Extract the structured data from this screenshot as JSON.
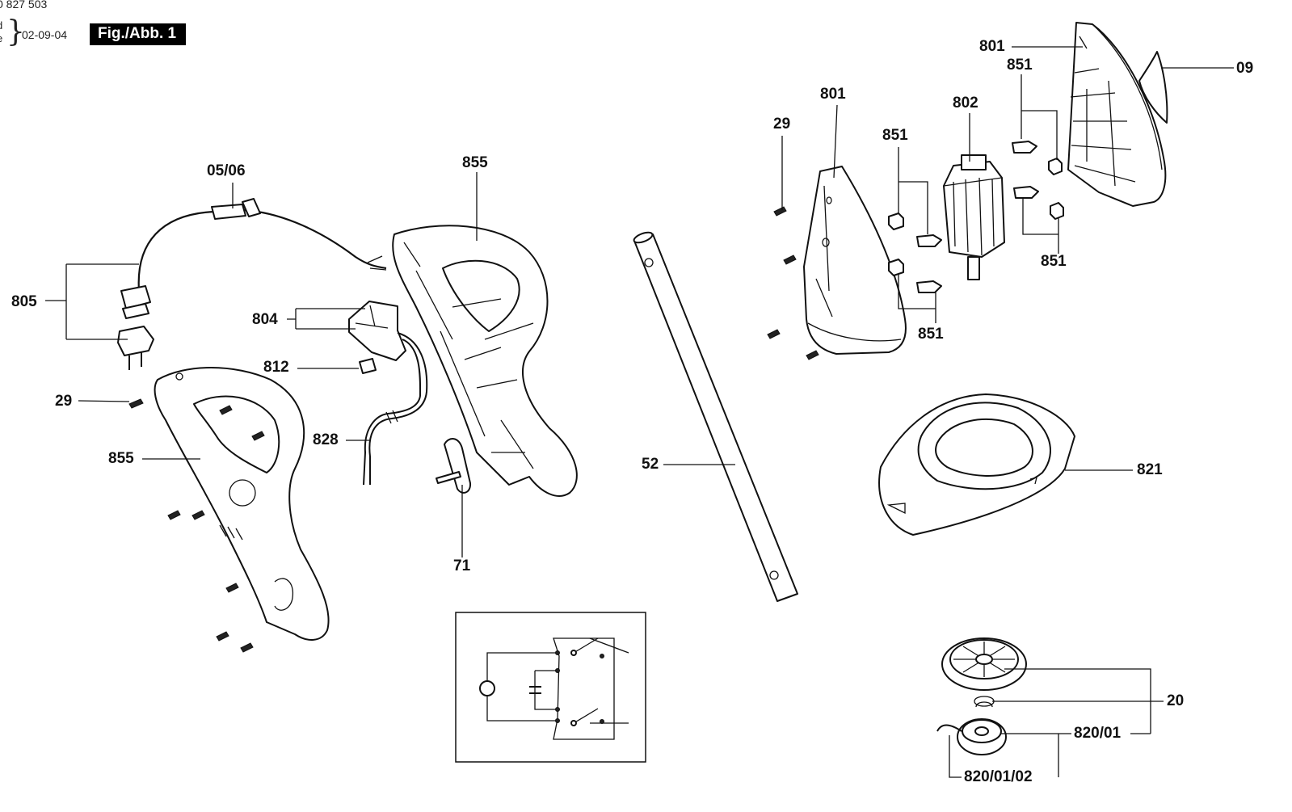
{
  "header": {
    "doc_number": "0 827 503",
    "side_top": "d",
    "side_bottom": "e",
    "date": "02-09-04",
    "figure": "Fig./Abb. 1"
  },
  "labels": {
    "p801_top": "801",
    "p851_top": "851",
    "p09": "09",
    "p801": "801",
    "p29_right": "29",
    "p802": "802",
    "p851_left": "851",
    "p851_right": "851",
    "p851_bottom": "851",
    "p0506": "05/06",
    "p855_top": "855",
    "p805": "805",
    "p804": "804",
    "p812": "812",
    "p29_left": "29",
    "p828": "828",
    "p855_left": "855",
    "p71": "71",
    "p52": "52",
    "p821": "821",
    "p20": "20",
    "p820_01": "820/01",
    "p820_01_02": "820/01/02"
  }
}
